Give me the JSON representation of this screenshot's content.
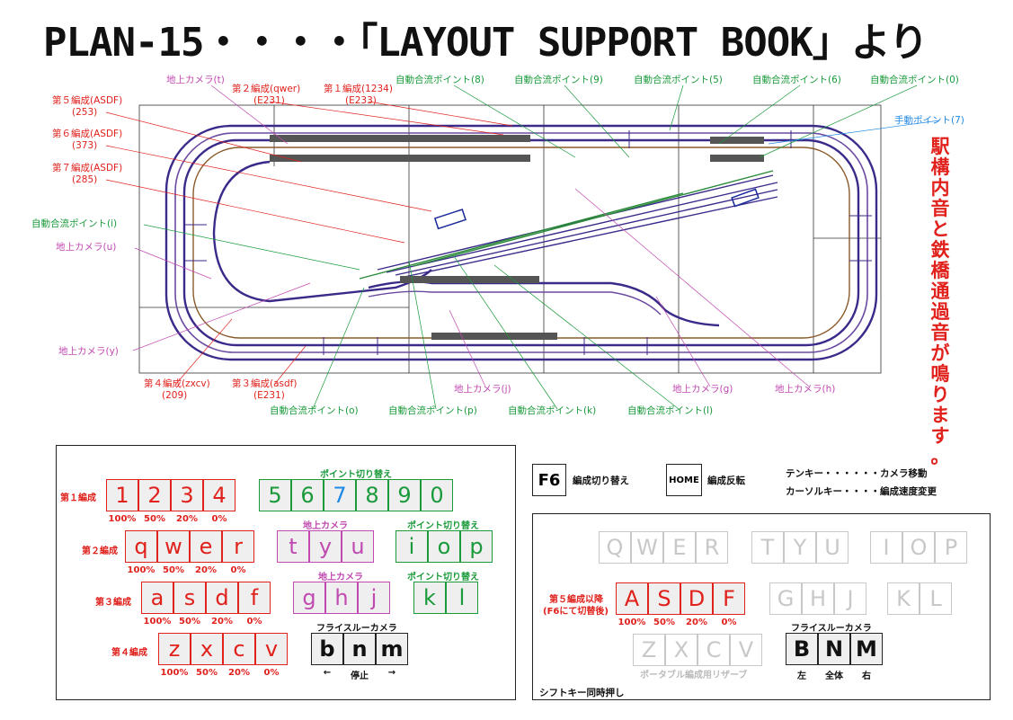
{
  "title": "PLAN-15・・・・「LAYOUT SUPPORT BOOK」より",
  "vertical_note": "駅構内音と鉄橋通過音が鳴ります。",
  "labels": {
    "camera_t": "地上カメラ(t)",
    "train2": "第２編成(qwer)",
    "train2_sub": "(E231)",
    "train1": "第１編成(1234)",
    "train1_sub": "(E233)",
    "train5": "第５編成(ASDF)",
    "train5_sub": "(253)",
    "train6": "第６編成(ASDF)",
    "train6_sub": "(373)",
    "train7": "第７編成(ASDF)",
    "train7_sub": "(285)",
    "point_i": "自動合流ポイント(i)",
    "camera_u": "地上カメラ(u)",
    "camera_y": "地上カメラ(y)",
    "train4": "第４編成(zxcv)",
    "train4_sub": "(209)",
    "train3": "第３編成(asdf)",
    "train3_sub": "(E231)",
    "point_8": "自動合流ポイント(8)",
    "point_9": "自動合流ポイント(9)",
    "point_5": "自動合流ポイント(5)",
    "point_6": "自動合流ポイント(6)",
    "point_0": "自動合流ポイント(0)",
    "point_7": "手動ポイント(7)",
    "point_o": "自動合流ポイント(o)",
    "point_p": "自動合流ポイント(p)",
    "camera_j": "地上カメラ(j)",
    "point_k": "自動合流ポイント(k)",
    "point_l": "自動合流ポイント(l)",
    "camera_g": "地上カメラ(g)",
    "camera_h": "地上カメラ(h)"
  },
  "left_panel": {
    "row1": {
      "label": "第１編成",
      "keys": [
        "1",
        "2",
        "3",
        "4"
      ],
      "pcts": [
        "100%",
        "50%",
        "20%",
        "0%"
      ]
    },
    "points_row1": {
      "label": "ポイント切り替え",
      "keys": [
        "5",
        "6",
        "7",
        "8",
        "9",
        "0"
      ]
    },
    "row2": {
      "label": "第２編成",
      "keys": [
        "q",
        "w",
        "e",
        "r"
      ],
      "pcts": [
        "100%",
        "50%",
        "20%",
        "0%"
      ]
    },
    "camera_row2": {
      "label": "地上カメラ",
      "keys": [
        "t",
        "y",
        "u"
      ]
    },
    "points_row2": {
      "label": "ポイント切り替え",
      "keys": [
        "i",
        "o",
        "p"
      ]
    },
    "row3": {
      "label": "第３編成",
      "keys": [
        "a",
        "s",
        "d",
        "f"
      ],
      "pcts": [
        "100%",
        "50%",
        "20%",
        "0%"
      ]
    },
    "camera_row3": {
      "label": "地上カメラ",
      "keys": [
        "g",
        "h",
        "j"
      ]
    },
    "points_row3": {
      "label": "ポイント切り替え",
      "keys": [
        "k",
        "l"
      ]
    },
    "row4": {
      "label": "第４編成",
      "keys": [
        "z",
        "x",
        "c",
        "v"
      ],
      "pcts": [
        "100%",
        "50%",
        "20%",
        "0%"
      ]
    },
    "flythrough": {
      "label": "フライスルーカメラ",
      "keys": [
        "b",
        "n",
        "m"
      ],
      "sub": [
        "←",
        "停止",
        "→"
      ]
    }
  },
  "controls": {
    "f6_key": "F6",
    "f6_label": "編成切り替え",
    "home_key": "HOME",
    "home_label": "編成反転",
    "tenkey": "テンキー・・・・・・カメラ移動",
    "cursor": "カーソルキー・・・・編成速度変更"
  },
  "right_panel": {
    "ghost_row1a": [
      "Q",
      "W",
      "E",
      "R"
    ],
    "ghost_row1b": [
      "T",
      "Y",
      "U"
    ],
    "ghost_row1c": [
      "I",
      "O",
      "P"
    ],
    "row5_label1": "第５編成以降",
    "row5_label2": "(F6にて切替後)",
    "row5_keys": [
      "A",
      "S",
      "D",
      "F"
    ],
    "row5_pcts": [
      "100%",
      "50%",
      "20%",
      "0%"
    ],
    "ghost_row2a": [
      "G",
      "H",
      "J"
    ],
    "ghost_row2b": [
      "K",
      "L"
    ],
    "ghost_row3": [
      "Z",
      "X",
      "C",
      "V"
    ],
    "ghost_row3_label": "ポータブル編成用リザーブ",
    "flythrough_label": "フライスルーカメラ",
    "flythrough_keys": [
      "B",
      "N",
      "M"
    ],
    "flythrough_sub": [
      "左",
      "全体",
      "右"
    ],
    "shift_note": "シフトキー同時押し"
  },
  "colors": {
    "red": "#e0211c",
    "green": "#1a9a3a",
    "pink": "#c04ab0",
    "cyan": "#1e88e5",
    "track": "#3b2a8a"
  }
}
